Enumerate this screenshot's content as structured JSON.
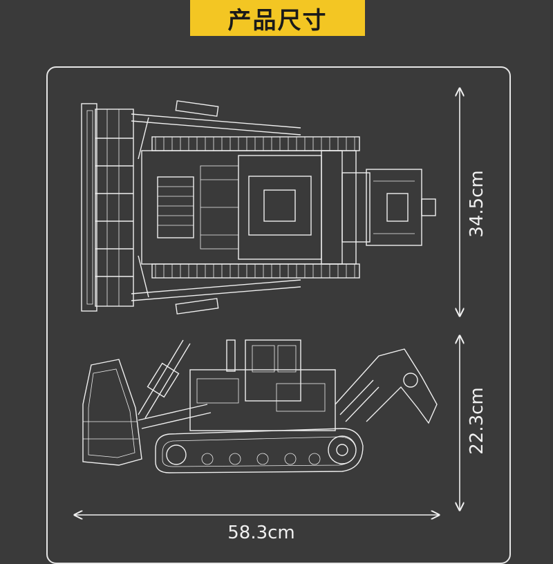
{
  "header": {
    "title": "产品尺寸"
  },
  "dimensions": {
    "length": "58.3cm",
    "width": "34.5cm",
    "height": "22.3cm"
  },
  "colors": {
    "background": "#3a3a3a",
    "banner": "#f3c623",
    "line": "#f0f0f0"
  }
}
